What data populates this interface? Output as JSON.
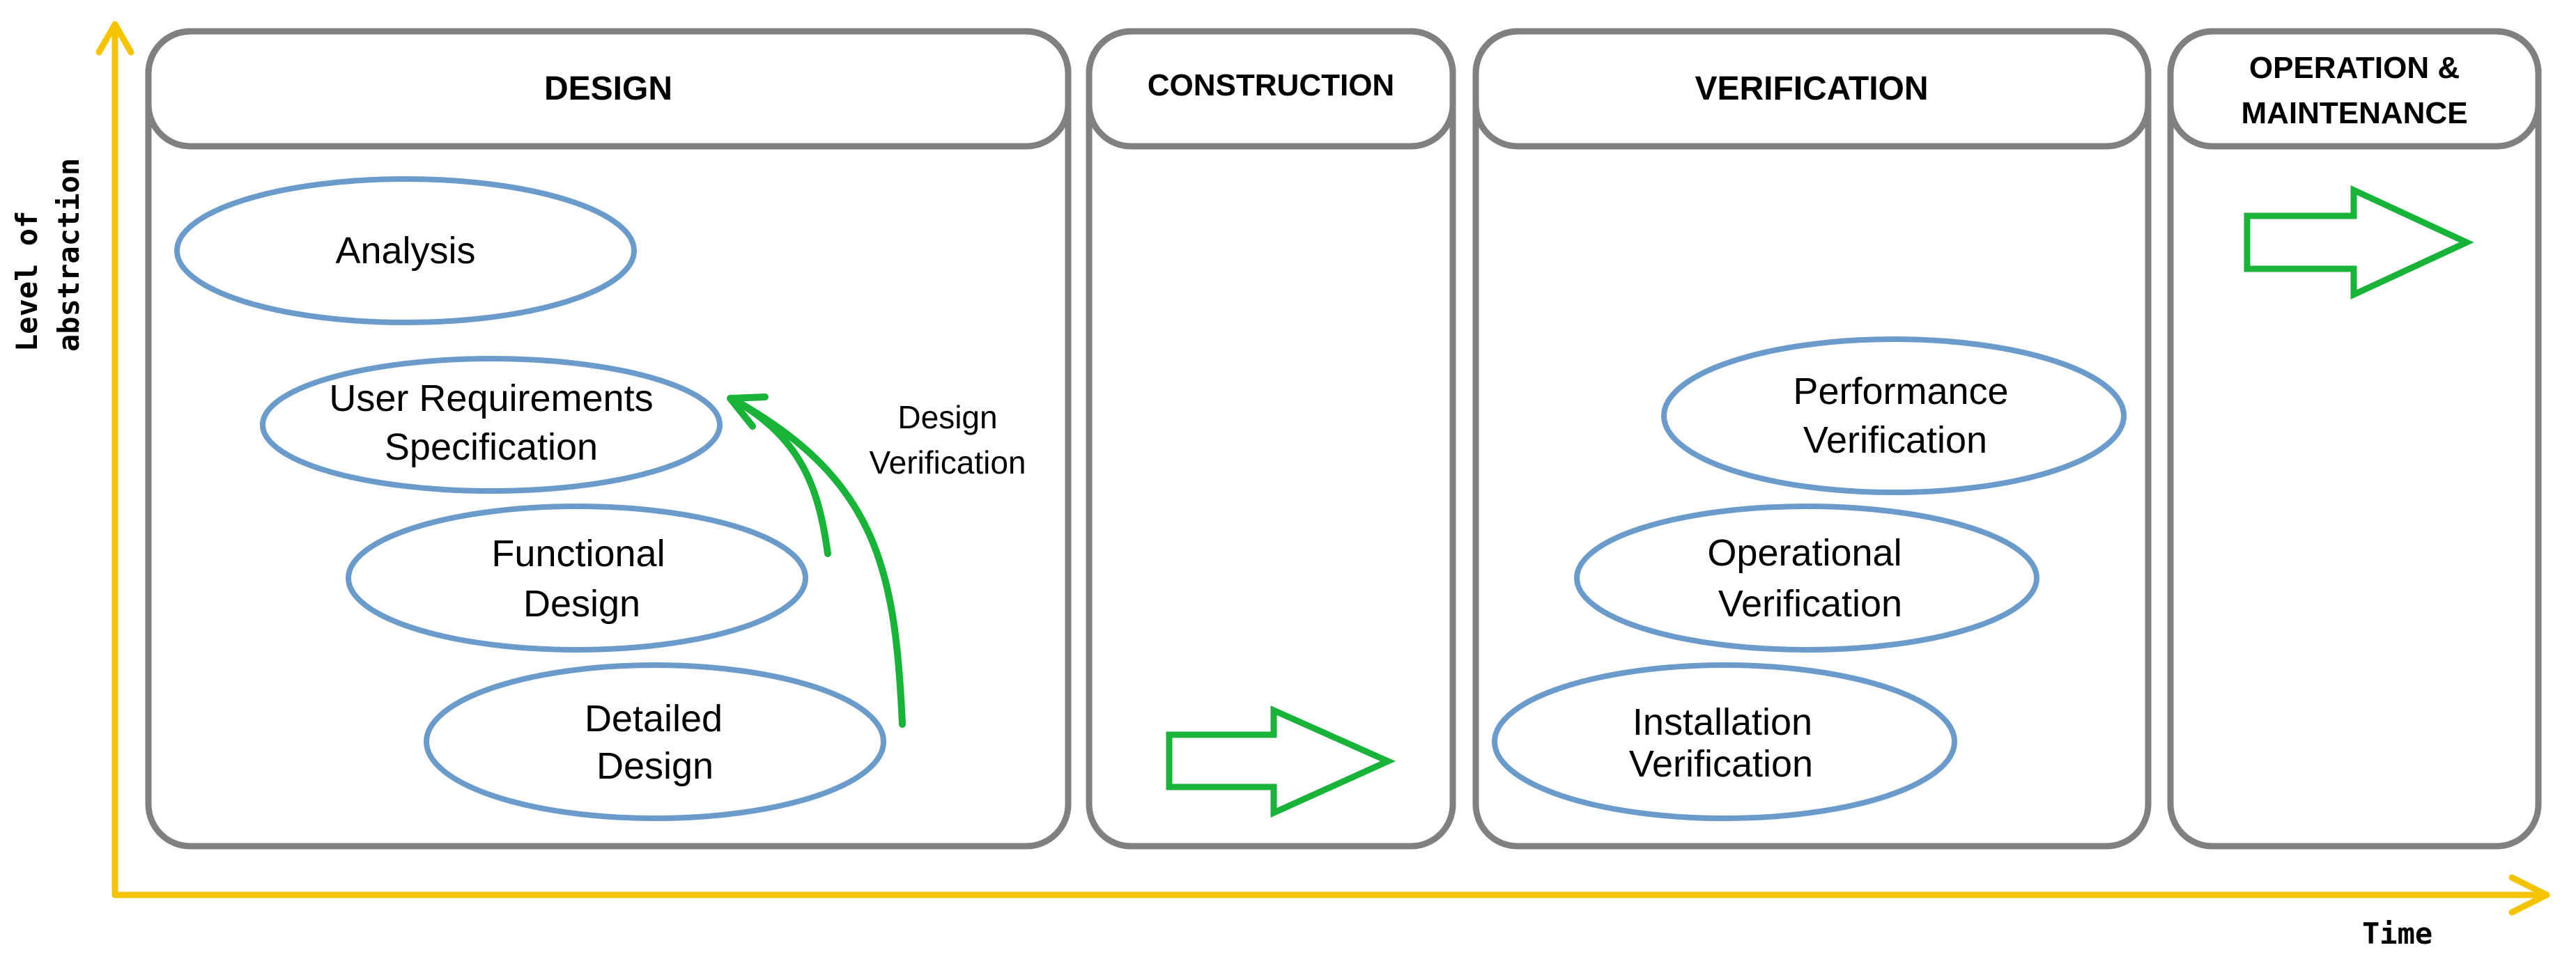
{
  "colors": {
    "axis": "#F5C400",
    "box_stroke": "#808080",
    "oval_stroke": "#6A9BCB",
    "arrow_green": "#19B33A",
    "text": "#000000"
  },
  "axes": {
    "y_label_line1": "Level of",
    "y_label_line2": "abstraction",
    "x_label": "Time"
  },
  "phases": {
    "design": "DESIGN",
    "construction": "CONSTRUCTION",
    "verification": "VERIFICATION",
    "operation_line1": "OPERATION &",
    "operation_line2": "MAINTENANCE"
  },
  "design_steps": {
    "analysis": "Analysis",
    "urs_line1": "User Requirements",
    "urs_line2": "Specification",
    "functional_line1": "Functional",
    "functional_line2": "Design",
    "detailed_line1": "Detailed",
    "detailed_line2": "Design"
  },
  "design_verification": {
    "line1": "Design",
    "line2": "Verification"
  },
  "verification_steps": {
    "performance_line1": "Performance",
    "performance_line2": "Verification",
    "operational_line1": "Operational",
    "operational_line2": "Verification",
    "installation_line1": "Installation",
    "installation_line2": "Verification"
  },
  "icons": {
    "construction_arrow": "right-block-arrow-icon",
    "operation_arrow": "right-block-arrow-icon",
    "design_verification_arrow": "curved-up-arrow-icon"
  }
}
